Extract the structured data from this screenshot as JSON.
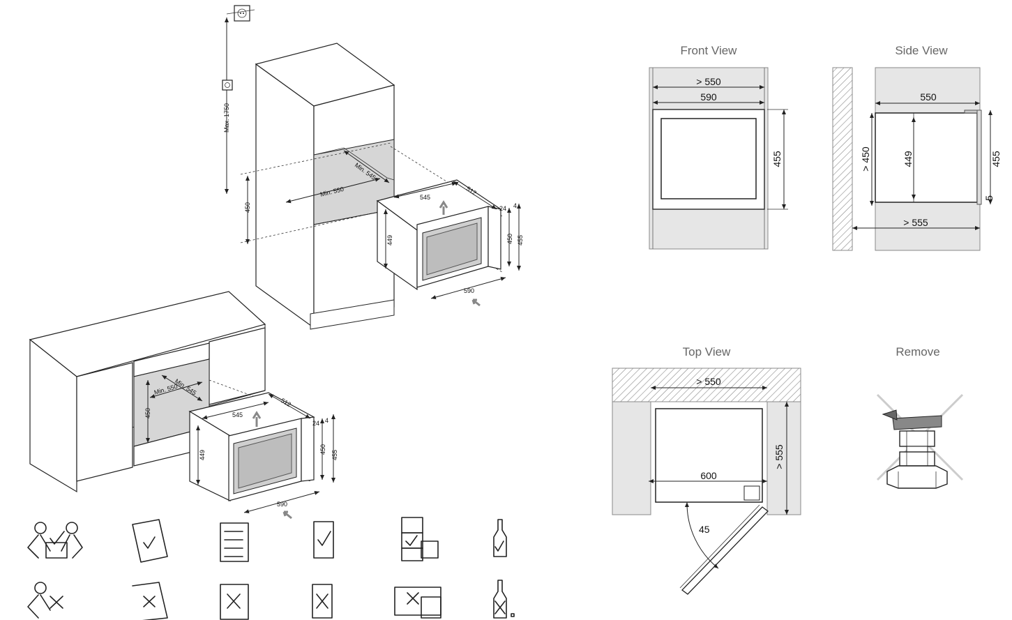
{
  "views": {
    "front": {
      "title": "Front View",
      "gt550": "> 550",
      "w590": "590",
      "h455": "455"
    },
    "side": {
      "title": "Side View",
      "w550": "550",
      "gt450": "> 450",
      "h449": "449",
      "h455": "455",
      "gap5": "5",
      "gt555": "> 555"
    },
    "top": {
      "title": "Top View",
      "gt550": "> 550",
      "gt555": "> 555",
      "w600": "600",
      "angle": "45"
    },
    "remove": {
      "title": "Remove"
    }
  },
  "tall_cabinet": {
    "max1750": "Max. 1750",
    "min545": "Min. 545",
    "min550": "Min. 550",
    "h450": "450",
    "d545": "545",
    "d512": "512",
    "d24": "24",
    "d4": "4",
    "h449": "449",
    "h450b": "450",
    "h455": "455",
    "w590": "590"
  },
  "base_cabinet": {
    "min545": "Min. 545",
    "min550": "Min. 550",
    "h450": "450",
    "d545": "545",
    "d512": "512",
    "d24": "24",
    "d4": "4",
    "h449": "449",
    "h450b": "450",
    "h455": "455",
    "w590": "590"
  },
  "icons": {
    "row1": [
      "two-people-lift-icon",
      "manual-check-icon",
      "checklist-icon",
      "door-check-icon",
      "shelf-stack-check-icon",
      "bottle-check-icon"
    ],
    "row2": [
      "one-person-lift-no-icon",
      "manual-cross-icon",
      "checklist-cross-icon",
      "door-cross-icon",
      "cabinet-cross-icon",
      "bottle-cross-icon"
    ]
  }
}
